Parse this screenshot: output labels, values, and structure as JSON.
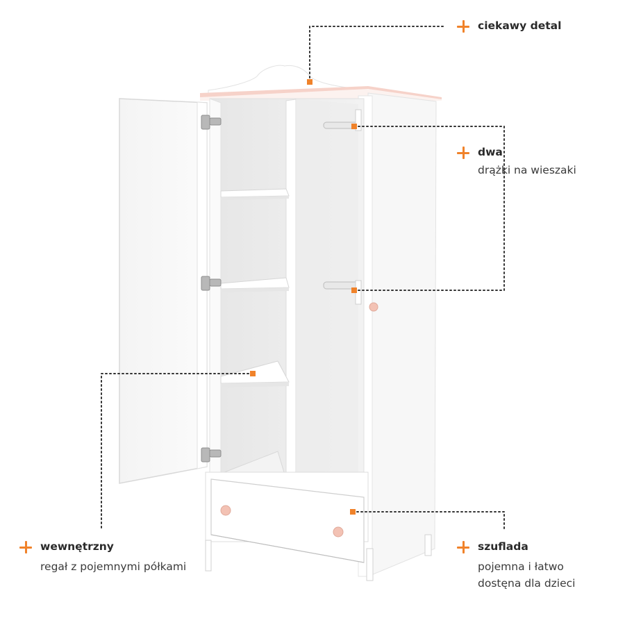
{
  "callouts": {
    "detail": {
      "title": "ciekawy detal"
    },
    "rails": {
      "title": "dwa",
      "description": "drążki na wieszaki"
    },
    "shelves": {
      "title": "wewnętrzny",
      "description": "regał z pojemnymi półkami"
    },
    "drawer": {
      "title": "szuflada",
      "description_line1": "pojemna i łatwo",
      "description_line2": "dostęna dla dzieci"
    }
  },
  "colors": {
    "accent": "#f0822a",
    "dotted_line": "#333333",
    "wardrobe_body": "#ffffff",
    "wardrobe_interior": "#efefef",
    "top_trim": "#f3c9c0",
    "knob": "#f3c2b4"
  },
  "icons": {
    "plus": "plus-icon",
    "marker": "square-marker"
  }
}
